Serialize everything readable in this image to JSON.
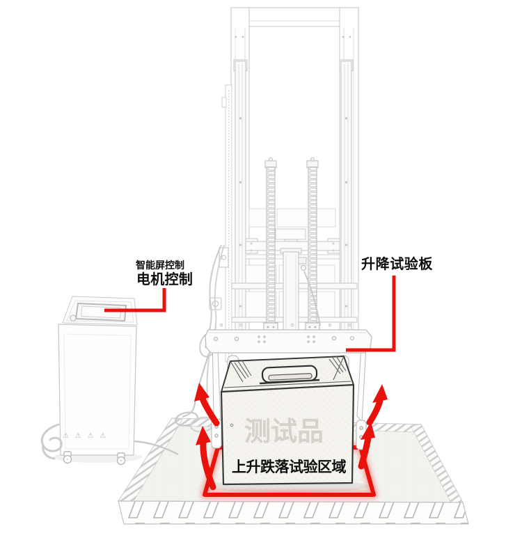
{
  "illustration": {
    "subject": "drop-test machine diagram",
    "labels": {
      "smart_screen_control": "智能屏控制",
      "motor_control": "电机控制",
      "lifting_test_plate": "升降试验板",
      "test_item_watermark": "测试品",
      "drop_test_area": "上升跌落试验区域"
    },
    "icons": {
      "warning_row": "⚠ ⚠ ⚠ ⚠"
    },
    "colors": {
      "annotation_red": "#e8120d",
      "red_glow": "#ff5043",
      "line_art_gray": "#c9c9c9",
      "box_outline": "#383838",
      "watermark_gray": "#d4d2cb",
      "text_black": "#0d0d0d",
      "background": "#ffffff"
    }
  }
}
